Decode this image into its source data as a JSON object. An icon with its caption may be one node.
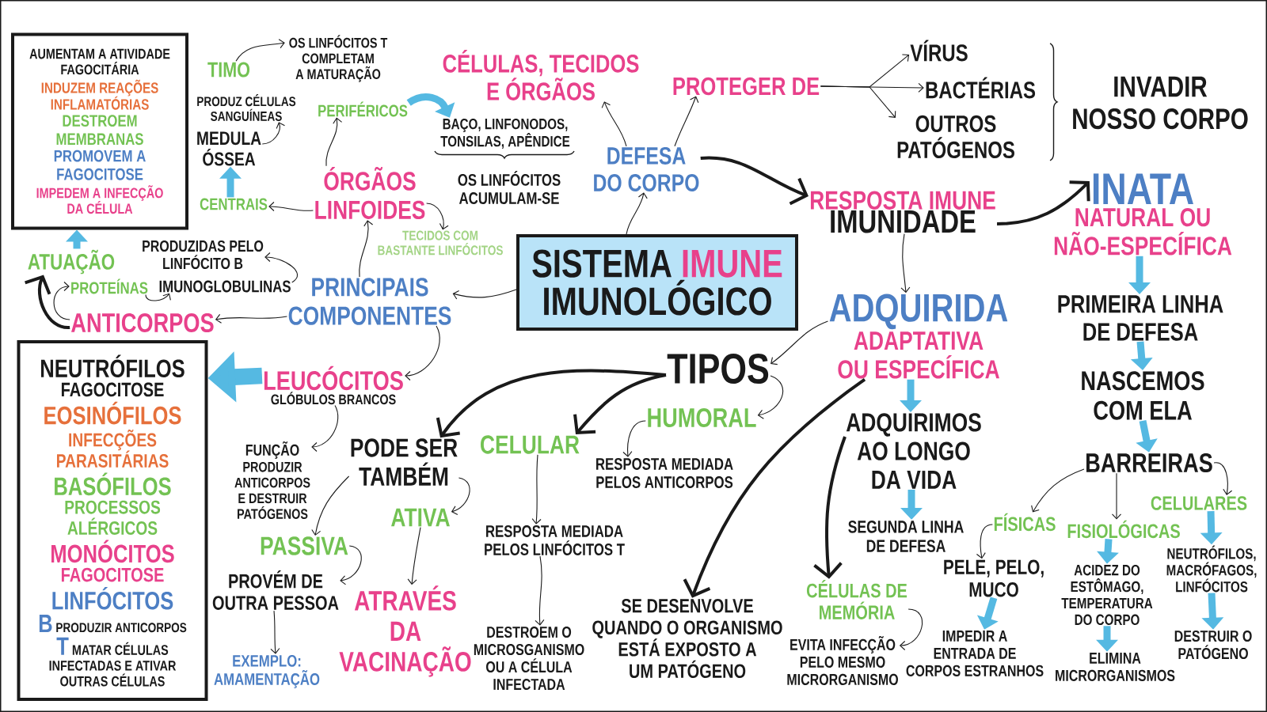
{
  "diagram": {
    "nodes": [
      {
        "text": [
          "AUMENTAM A ATIVIDADE FAGOCITÁRIA",
          "INDUZEM REAÇÕES INFLAMATÓRIAS",
          "DESTROEM MEMBRANAS",
          "PROMOVEM A FAGOCITOSE",
          "IMPEDEM A INFECÇÃO DA CÉLULA"
        ]
      },
      {
        "text": [
          "TIMO"
        ]
      },
      {
        "text": [
          "OS LINFÓCITOS T COMPLETAM A MATURAÇÃO"
        ]
      },
      {
        "text": [
          "CÉLULAS, TECIDOS E ÓRGÃOS"
        ]
      },
      {
        "text": [
          "PROTEGER DE"
        ]
      },
      {
        "text": [
          "VÍRUS"
        ]
      },
      {
        "text": [
          "BACTÉRIAS"
        ]
      },
      {
        "text": [
          "OUTROS PATÓGENOS"
        ]
      },
      {
        "text": [
          "PRODUZ CÉLULAS SANGUÍNEAS"
        ]
      },
      {
        "text": [
          "PERIFÉRICOS"
        ]
      },
      {
        "text": [
          "BAÇO, LINFONODOS, TONSILAS, APÊNDICE"
        ]
      },
      {
        "text": [
          "MEDULA ÓSSEA"
        ]
      },
      {
        "text": [
          "DEFESA DO CORPO"
        ]
      },
      {
        "text": [
          "INATA",
          "NATURAL OU NÃO-ESPECÍFICA"
        ]
      },
      {
        "text": [
          "ÓRGÃOS LINFOIDES"
        ]
      },
      {
        "text": [
          "CENTRAIS"
        ]
      },
      {
        "text": [
          "RESPOSTA IMUNE",
          "IMUNIDADE"
        ]
      },
      {
        "text": [
          "TECIDOS COM BASTANTE LINFÓCITOS"
        ]
      },
      {
        "text": [
          "ATUAÇÃO"
        ]
      },
      {
        "text": [
          "PRODUZIDAS PELO LINFÓCITO B"
        ]
      },
      {
        "text": [
          "SISTEMA",
          "IMUNE",
          "IMUNOLÓGICO"
        ]
      },
      {
        "text": [
          "PROTEÍNAS"
        ]
      },
      {
        "text": [
          "IMUNOGLOBULINAS"
        ]
      },
      {
        "text": [
          "PRINCIPAIS COMPONENTES"
        ]
      },
      {
        "text": [
          "ANTICORPOS"
        ]
      },
      {
        "text": [
          "PRIMEIRA LINHA DE DEFESA"
        ]
      },
      {
        "text": [
          "ADQUIRIDA",
          "ADAPTATIVA OU ESPECÍFICA"
        ]
      },
      {
        "text": [
          "NEUTRÓFILOS",
          "FAGOCITOSE",
          "EOSINÓFILOS",
          "INFECÇÕES PARASITÁRIAS",
          "BASÓFILOS",
          "PROCESSOS ALÉRGICOS",
          "MONÓCITOS",
          "FAGOCITOSE",
          "LINFÓCITOS",
          "B",
          "PRODUZIR ANTICORPOS",
          "T",
          "MATAR CÉLULAS INFECTADAS E ATIVAR OUTRAS CÉLULAS"
        ]
      },
      {
        "text": [
          "TIPOS"
        ]
      },
      {
        "text": [
          "LEUCÓCITOS",
          "GLÓBULOS BRANCOS"
        ]
      },
      {
        "text": [
          "NASCEMOS COM ELA"
        ]
      },
      {
        "text": [
          "HUMORAL"
        ]
      },
      {
        "text": [
          "ADQUIRIMOS AO LONGO DA VIDA"
        ]
      },
      {
        "text": [
          "FUNÇÃO",
          "PRODUZIR ANTICORPOS E DESTRUIR PATÓGENOS"
        ]
      },
      {
        "text": [
          "PODE SER TAMBÉM"
        ]
      },
      {
        "text": [
          "CELULAR"
        ]
      },
      {
        "text": [
          "BARREIRAS"
        ]
      },
      {
        "text": [
          "RESPOSTA MEDIADA PELOS ANTICORPOS"
        ]
      },
      {
        "text": [
          "CELULARES"
        ]
      },
      {
        "text": [
          "ATIVA"
        ]
      },
      {
        "text": [
          "FÍSICAS"
        ]
      },
      {
        "text": [
          "SEGUNDA LINHA DE DEFESA"
        ]
      },
      {
        "text": [
          "FISIOLÓGICAS"
        ]
      },
      {
        "text": [
          "RESPOSTA MEDIADA PELOS LINFÓCITOS T"
        ]
      },
      {
        "text": [
          "PASSIVA"
        ]
      },
      {
        "text": [
          "PELE, PELO, MUCO"
        ]
      },
      {
        "text": [
          "NEUTRÓFILOS, MACRÓFAGOS, LINFÓCITOS"
        ]
      },
      {
        "text": [
          "ACIDEZ DO ESTÔMAGO, TEMPERATURA DO CORPO"
        ]
      },
      {
        "text": [
          "PROVÉM DE OUTRA PESSOA"
        ]
      },
      {
        "text": [
          "CÉLULAS DE MEMÓRIA"
        ]
      },
      {
        "text": [
          "SE DESENVOLVE QUANDO O ORGANISMO ESTÁ EXPOSTO A UM PATÓGENO"
        ]
      },
      {
        "text": [
          "ATRAVÉS DA VACINAÇÃO"
        ]
      },
      {
        "text": [
          "DESTROEM O MICROSGANISMO OU A CÉLULA INFECTADA"
        ]
      },
      {
        "text": [
          "EVITA INFECÇÃO PELO MESMO MICRORGANISMO"
        ]
      },
      {
        "text": [
          "IMPEDIR A ENTRADA DE CORPOS ESTRANHOS"
        ]
      },
      {
        "text": [
          "ELIMINA MICRORGANISMOS"
        ]
      },
      {
        "text": [
          "DESTRUIR O PATÓGENO"
        ]
      },
      {
        "text": [
          "EXEMPLO: AMAMENTAÇÃO"
        ]
      }
    ],
    "edges": [
      {
        "from": 20,
        "to": 12,
        "arrow": "to"
      },
      {
        "from": 20,
        "to": 23,
        "arrow": "to"
      },
      {
        "from": 12,
        "to": 3,
        "arrow": "to"
      },
      {
        "from": 12,
        "to": 4,
        "arrow": "to"
      },
      {
        "from": 12,
        "to": 16,
        "arrow": "to",
        "style": "thick"
      },
      {
        "from": 4,
        "to": 5,
        "arrow": "to"
      },
      {
        "from": 4,
        "to": 6,
        "arrow": "to"
      },
      {
        "from": 4,
        "to": 7,
        "arrow": "to"
      },
      {
        "from": 16,
        "to": 13,
        "arrow": "to",
        "style": "thick"
      },
      {
        "from": 16,
        "to": 26,
        "arrow": "to"
      },
      {
        "from": 13,
        "to": 25,
        "arrow": "to",
        "style": "thick",
        "color": "#55b9e2"
      },
      {
        "from": 25,
        "to": 30,
        "arrow": "to",
        "style": "thick",
        "color": "#55b9e2"
      },
      {
        "from": 30,
        "to": 36,
        "arrow": "to",
        "style": "thick",
        "color": "#55b9e2"
      },
      {
        "from": 36,
        "to": 40,
        "arrow": "to"
      },
      {
        "from": 36,
        "to": 42,
        "arrow": "to"
      },
      {
        "from": 36,
        "to": 38,
        "arrow": "to"
      },
      {
        "from": 40,
        "to": 45,
        "arrow": "to"
      },
      {
        "from": 45,
        "to": 54,
        "arrow": "to",
        "style": "thick",
        "color": "#55b9e2"
      },
      {
        "from": 42,
        "to": 47,
        "arrow": "to",
        "style": "thick",
        "color": "#55b9e2"
      },
      {
        "from": 47,
        "to": 55,
        "arrow": "to",
        "style": "thick",
        "color": "#55b9e2"
      },
      {
        "from": 38,
        "to": 46,
        "arrow": "to",
        "style": "thick",
        "color": "#55b9e2"
      },
      {
        "from": 46,
        "to": 56,
        "arrow": "to",
        "style": "thick",
        "color": "#55b9e2"
      },
      {
        "from": 26,
        "to": 28,
        "arrow": "to"
      },
      {
        "from": 26,
        "to": 32,
        "arrow": "to",
        "style": "thick",
        "color": "#55b9e2"
      },
      {
        "from": 32,
        "to": 41,
        "arrow": "to",
        "style": "thick",
        "color": "#55b9e2"
      },
      {
        "from": 26,
        "to": 50,
        "arrow": "to",
        "style": "thick"
      },
      {
        "from": 32,
        "to": 49,
        "arrow": "to",
        "style": "thick"
      },
      {
        "from": 49,
        "to": 53,
        "arrow": "to"
      },
      {
        "from": 28,
        "to": 34,
        "arrow": "to",
        "style": "thick"
      },
      {
        "from": 28,
        "to": 35,
        "arrow": "to",
        "style": "thick"
      },
      {
        "from": 28,
        "to": 31,
        "arrow": "to"
      },
      {
        "from": 31,
        "to": 37,
        "arrow": "to"
      },
      {
        "from": 35,
        "to": 43,
        "arrow": "to"
      },
      {
        "from": 43,
        "to": 52,
        "arrow": "to"
      },
      {
        "from": 34,
        "to": 44,
        "arrow": "to"
      },
      {
        "from": 34,
        "to": 39,
        "arrow": "to"
      },
      {
        "from": 44,
        "to": 48,
        "arrow": "to"
      },
      {
        "from": 48,
        "to": 57,
        "arrow": "to"
      },
      {
        "from": 39,
        "to": 51,
        "arrow": "to"
      },
      {
        "from": 23,
        "to": 14,
        "arrow": "to"
      },
      {
        "from": 23,
        "to": 24,
        "arrow": "to"
      },
      {
        "from": 23,
        "to": 29,
        "arrow": "to"
      },
      {
        "from": 14,
        "to": 9,
        "arrow": "to"
      },
      {
        "from": 14,
        "to": 15,
        "arrow": "to"
      },
      {
        "from": 14,
        "to": 17,
        "arrow": "to"
      },
      {
        "from": 9,
        "to": 10,
        "arrow": "to",
        "style": "thick",
        "color": "#55b9e2"
      },
      {
        "from": 15,
        "to": 11,
        "arrow": "to",
        "style": "thick",
        "color": "#55b9e2"
      },
      {
        "from": 11,
        "to": 8,
        "arrow": "to"
      },
      {
        "from": 1,
        "to": 2,
        "arrow": "to"
      },
      {
        "from": 24,
        "to": 21,
        "arrow": "to"
      },
      {
        "from": 24,
        "to": 18,
        "arrow": "to",
        "style": "thick"
      },
      {
        "from": 21,
        "to": 22,
        "arrow": "to"
      },
      {
        "from": 22,
        "to": 19,
        "arrow": "to"
      },
      {
        "from": 18,
        "to": 0,
        "arrow": "to",
        "style": "thick",
        "color": "#55b9e2"
      },
      {
        "from": 29,
        "to": 27,
        "arrow": "to",
        "style": "thick",
        "color": "#55b9e2"
      },
      {
        "from": 29,
        "to": 33,
        "arrow": "to"
      }
    ],
    "labels": [
      "INVADIR NOSSO CORPO",
      "OS LINFÓCITOS ACUMULAM-SE"
    ]
  }
}
